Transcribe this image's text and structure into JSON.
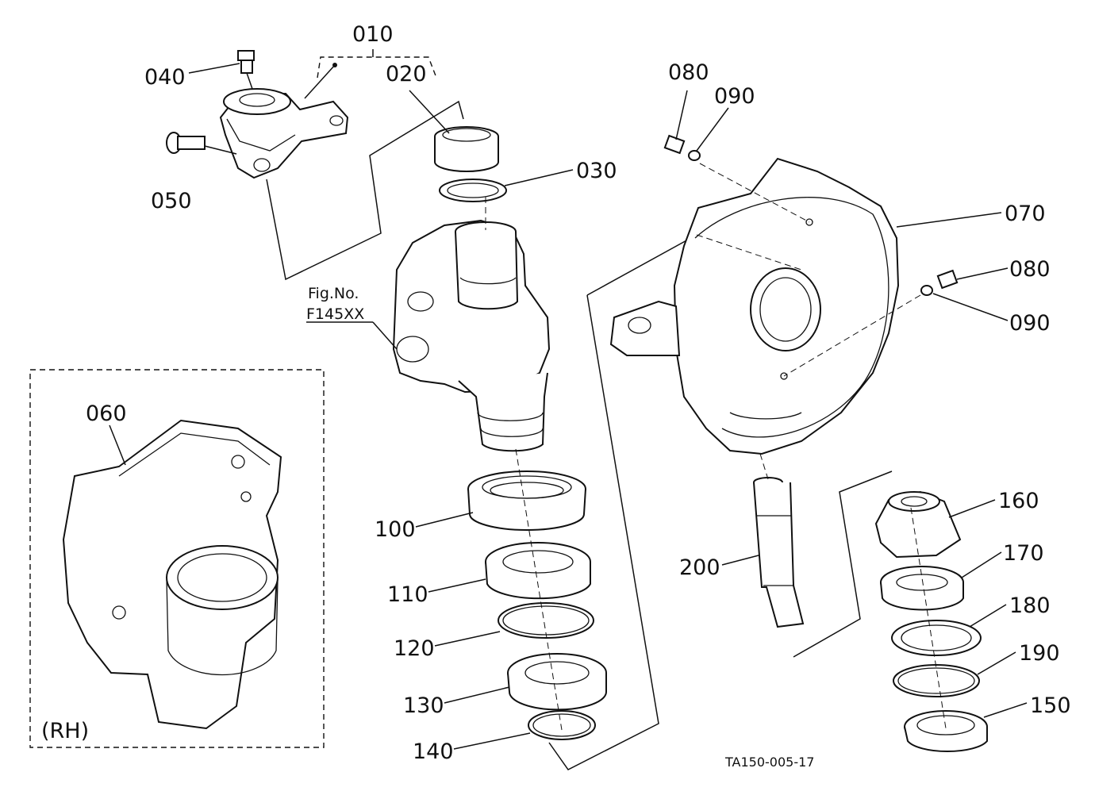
{
  "labels": {
    "p010": "010",
    "p020": "020",
    "p030": "030",
    "p040": "040",
    "p050": "050",
    "p060": "060",
    "p070": "070",
    "p080a": "080",
    "p090a": "090",
    "p080b": "080",
    "p090b": "090",
    "p100": "100",
    "p110": "110",
    "p120": "120",
    "p130": "130",
    "p140": "140",
    "p150": "150",
    "p160": "160",
    "p170": "170",
    "p180": "180",
    "p190": "190",
    "p200": "200"
  },
  "fig_ref": {
    "line1": "Fig.No.",
    "line2": "F145XX"
  },
  "inset_label": "(RH)",
  "drawing_code": "TA150-005-17"
}
